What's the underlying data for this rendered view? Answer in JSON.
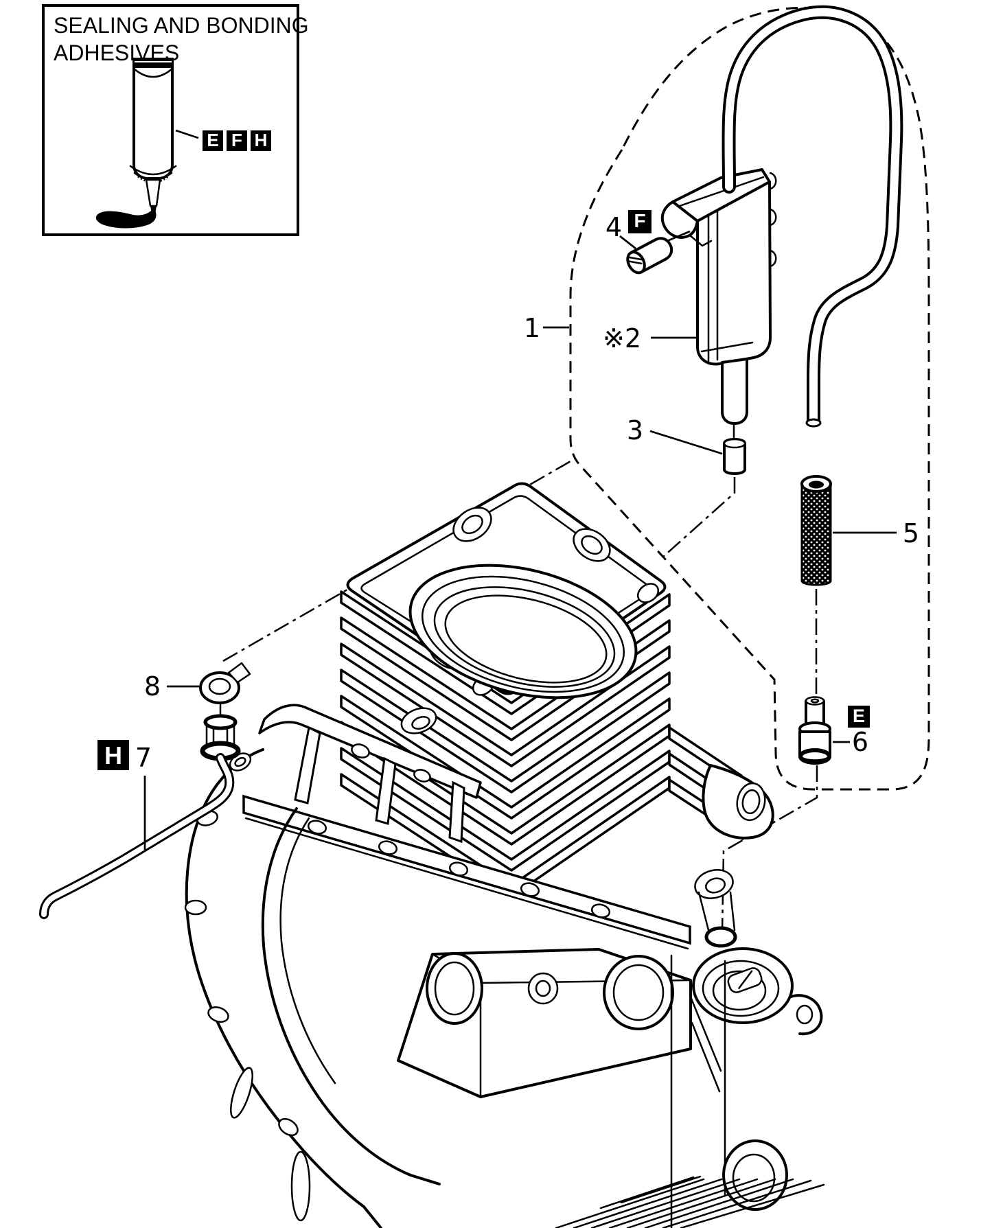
{
  "page": {
    "background": "#ffffff",
    "line_color": "#000000"
  },
  "legend": {
    "title_line1": "SEALING AND BONDING",
    "title_line2": "ADHESIVES",
    "codes": {
      "e": "E",
      "f": "F",
      "h": "H"
    }
  },
  "callouts": {
    "part1": {
      "label": "1"
    },
    "part2": {
      "label": "※2"
    },
    "part3": {
      "label": "3"
    },
    "part4": {
      "label": "4",
      "adhesive": "F"
    },
    "part5": {
      "label": "5"
    },
    "part6": {
      "label": "6",
      "adhesive": "E"
    },
    "part7": {
      "label": "7",
      "adhesive": "H"
    },
    "part8": {
      "label": "8"
    }
  }
}
